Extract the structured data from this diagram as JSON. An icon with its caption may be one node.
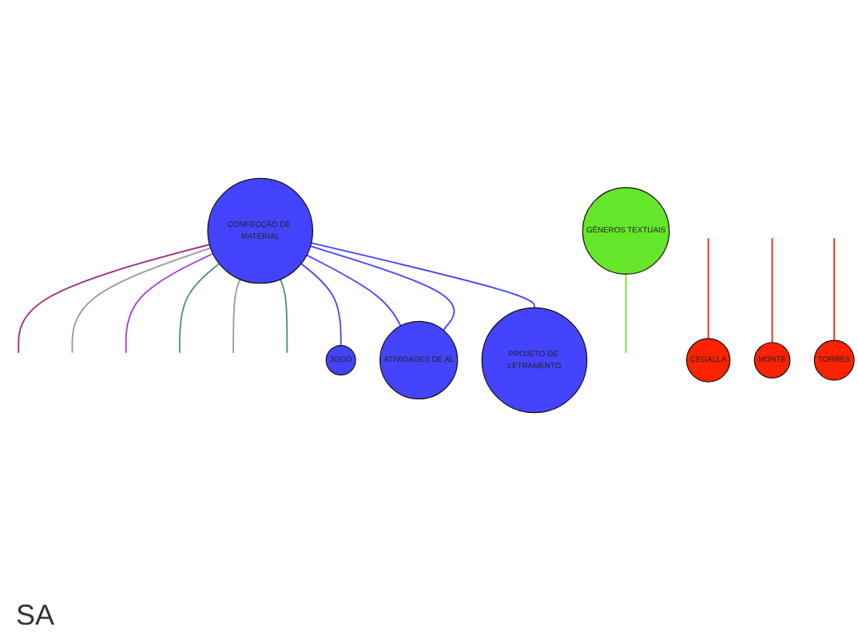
{
  "diagram": {
    "nodes": [
      {
        "text": [
          "CEGALLA"
        ]
      },
      {
        "text": [
          "MONTE"
        ]
      },
      {
        "text": [
          "CONFECÇÃO DE MATERIAL"
        ]
      },
      {
        "text": [
          "TORRES"
        ]
      },
      {
        "text": [
          "JOGO"
        ]
      },
      {
        "text": [
          "GÊNEROS TEXTUAIS"
        ]
      },
      {
        "text": [
          "ATIVIDADES DE AL"
        ]
      },
      {
        "text": [
          "PROJETO DE LETRAMENTO"
        ]
      }
    ],
    "edges": [
      {
        "from": null,
        "to": 0,
        "arrow": "none",
        "color": "#ff2200"
      },
      {
        "from": null,
        "to": 1,
        "arrow": "none",
        "color": "#ff2200"
      },
      {
        "from": null,
        "to": 3,
        "arrow": "none",
        "color": "#ff2200"
      },
      {
        "from": 2,
        "to": null,
        "arrow": "none",
        "color": "#9b2a7e"
      },
      {
        "from": 2,
        "to": null,
        "arrow": "none",
        "color": "#9e9a96"
      },
      {
        "from": 2,
        "to": null,
        "arrow": "none",
        "color": "#a33ee8"
      },
      {
        "from": 2,
        "to": null,
        "arrow": "none",
        "color": "#4e8f84"
      },
      {
        "from": 2,
        "to": null,
        "arrow": "none",
        "color": "#9e9a96"
      },
      {
        "from": 2,
        "to": null,
        "arrow": "none",
        "color": "#4e8f84"
      },
      {
        "from": 2,
        "to": 4,
        "arrow": "none",
        "color": "#4444ff"
      },
      {
        "from": 2,
        "to": 6,
        "arrow": "none",
        "color": "#4444ff"
      },
      {
        "from": 2,
        "to": 6,
        "arrow": "none",
        "color": "#4444ff"
      },
      {
        "from": 2,
        "to": 7,
        "arrow": "none",
        "color": "#4444ff"
      },
      {
        "from": 5,
        "to": null,
        "arrow": "none",
        "color": "#66e62a"
      }
    ],
    "labels": [
      "SA"
    ]
  }
}
